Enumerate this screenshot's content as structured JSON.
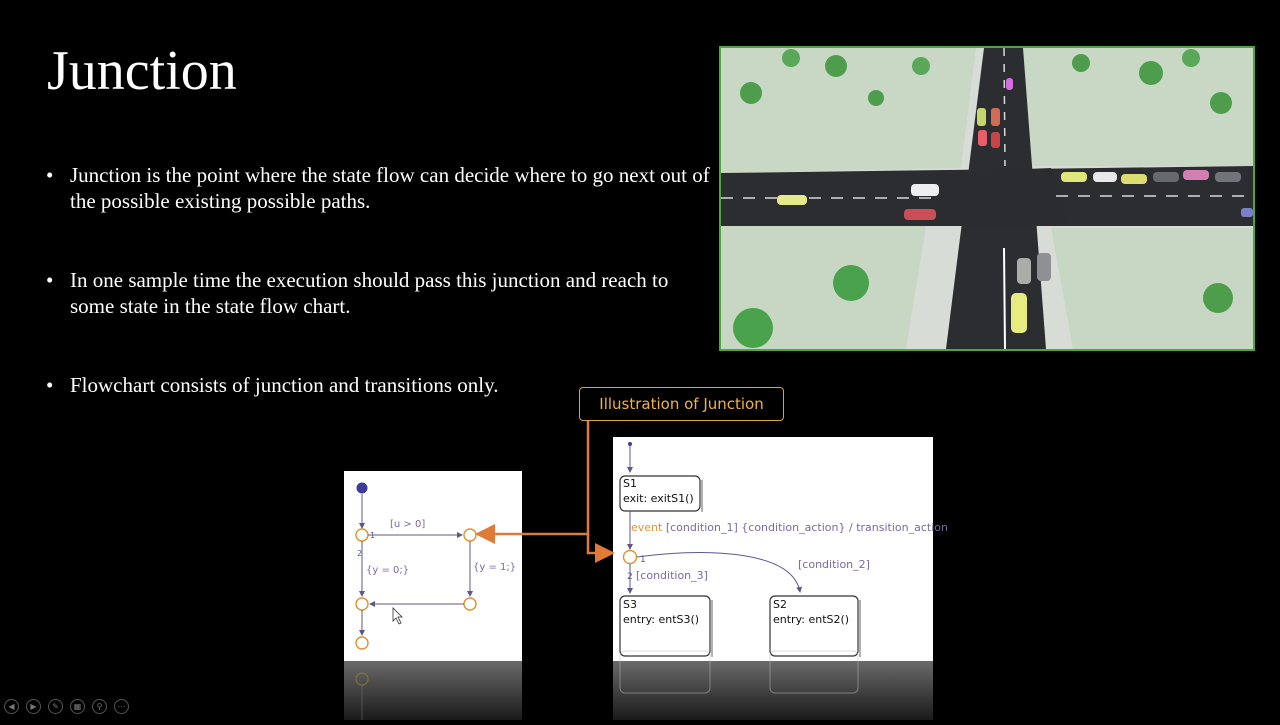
{
  "slide": {
    "title": "Junction",
    "bullets": [
      "Junction is the point where the state flow can decide where to go next out of the possible existing possible paths.",
      "In one sample time the execution should pass this junction and reach to some state in the state flow chart.",
      "Flowchart consists of junction and transitions only."
    ],
    "callout": "Illustration of Junction"
  },
  "flowchart": {
    "cond_u": "[u > 0]",
    "action_y0": "{y = 0;}",
    "action_y1": "{y = 1;}",
    "order_1": "1",
    "order_2": "2"
  },
  "statechart": {
    "s1_name": "S1",
    "s1_action": "exit: exitS1()",
    "transition_event": "event",
    "transition_rest": "[condition_1] {condition_action} / transition_action",
    "order_1": "1",
    "order_2": "2",
    "condition_3": "[condition_3]",
    "condition_2": "[condition_2]",
    "s3_name": "S3",
    "s3_action": "entry: entS3()",
    "s2_name": "S2",
    "s2_action": "entry: entS2()"
  },
  "toolbar": {
    "icons": [
      "prev-icon",
      "next-icon",
      "pen-icon",
      "slides-icon",
      "zoom-icon",
      "more-icon"
    ],
    "glyphs": [
      "◀",
      "▶",
      "✎",
      "▦",
      "⚲",
      "⋯"
    ]
  },
  "colors": {
    "photo_border": "#4aa93a",
    "callout": "#f0b342",
    "arrow": "#e07a36",
    "junction": "#e0922e",
    "default_transition": "#3c3c9a"
  }
}
